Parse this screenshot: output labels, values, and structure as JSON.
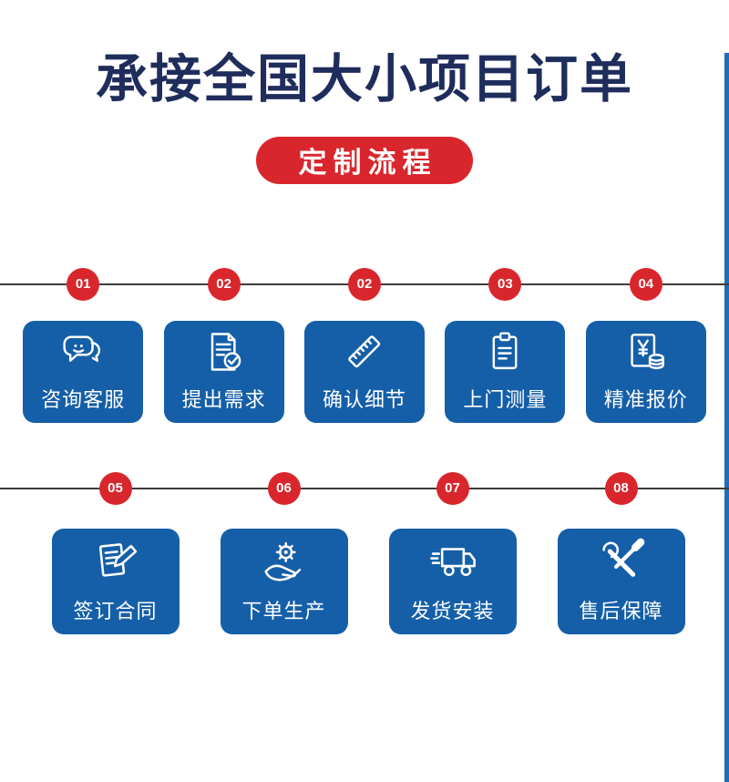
{
  "page": {
    "title": "承接全国大小项目订单",
    "badge": "定制流程"
  },
  "colors": {
    "title_navy": "#1f2d5c",
    "badge_red": "#d9262c",
    "card_blue": "#155fa8",
    "edge_blue": "#1a6fba",
    "line_dark": "#3c3c3c"
  },
  "rows": [
    {
      "items": [
        {
          "number": "01",
          "label": "咨询客服",
          "icon": "chat-icon"
        },
        {
          "number": "02",
          "label": "提出需求",
          "icon": "document-check-icon"
        },
        {
          "number": "02",
          "label": "确认细节",
          "icon": "ruler-icon"
        },
        {
          "number": "03",
          "label": "上门测量",
          "icon": "clipboard-icon"
        },
        {
          "number": "04",
          "label": "精准报价",
          "icon": "price-icon"
        }
      ]
    },
    {
      "items": [
        {
          "number": "05",
          "label": "签订合同",
          "icon": "contract-icon"
        },
        {
          "number": "06",
          "label": "下单生产",
          "icon": "production-icon"
        },
        {
          "number": "07",
          "label": "发货安装",
          "icon": "truck-icon"
        },
        {
          "number": "08",
          "label": "售后保障",
          "icon": "tools-icon"
        }
      ]
    }
  ]
}
